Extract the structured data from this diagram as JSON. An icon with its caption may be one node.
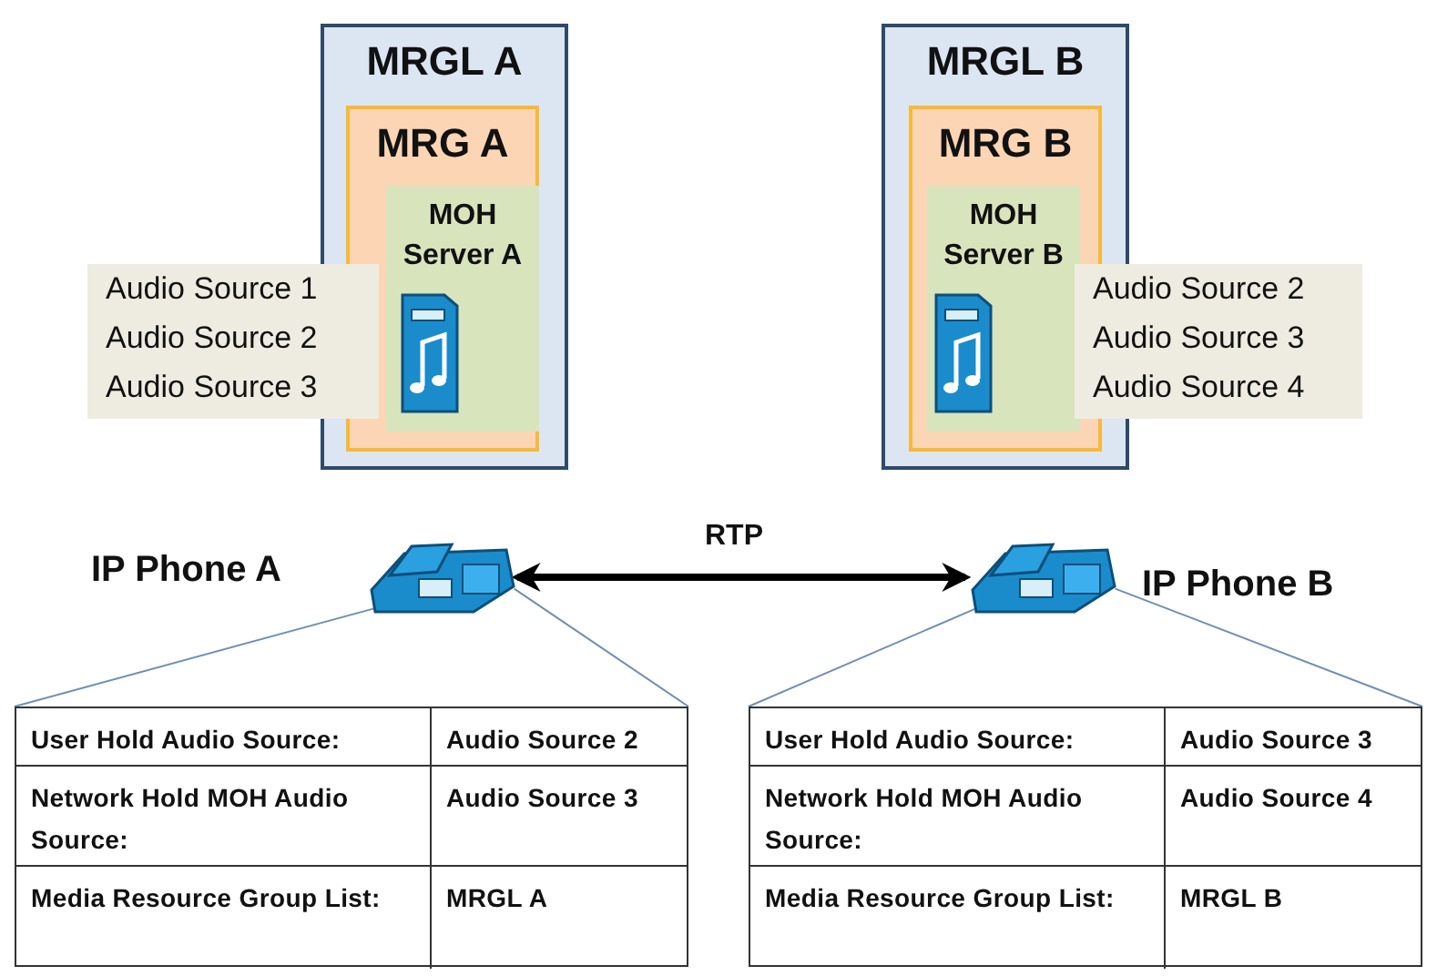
{
  "diagram": {
    "nodes": [
      {
        "text": [
          "MRGL A"
        ]
      },
      {
        "text": [
          "MRG A"
        ],
        "in": 0
      },
      {
        "text": [
          "MOH Server A"
        ],
        "in": 1
      },
      {
        "text": [
          "Audio Source 1",
          "Audio Source 2",
          "Audio Source 3"
        ]
      },
      {
        "text": [
          "MRGL B"
        ]
      },
      {
        "text": [
          "MRG B"
        ],
        "in": 4
      },
      {
        "text": [
          "MOH Server B"
        ],
        "in": 5
      },
      {
        "text": [
          "Audio Source 2",
          "Audio Source 3",
          "Audio Source 4"
        ]
      },
      {
        "text": [],
        "shape": "picture",
        "beside": [
          "IP Phone A"
        ]
      },
      {
        "text": [],
        "shape": "picture",
        "beside": [
          "IP Phone B"
        ]
      },
      {
        "text": [
          "User Hold Audio Source:",
          "Audio Source 2",
          "Network Hold MOH Audio Source:",
          "Audio Source 3",
          "Media Resource Group List:",
          "MRGL A"
        ]
      },
      {
        "text": [
          "User Hold Audio Source:",
          "Audio Source 3",
          "Network Hold MOH Audio Source:",
          "Audio Source 4",
          "Media Resource Group List:",
          "MRGL B"
        ]
      }
    ],
    "edges": [
      {
        "from": 8,
        "to": 9,
        "arrow": "both",
        "label": "RTP",
        "style": "thick",
        "color": "#000000"
      },
      {
        "from": 8,
        "to": 10,
        "arrow": "none"
      },
      {
        "from": 8,
        "to": 10,
        "arrow": "none"
      },
      {
        "from": 9,
        "to": 11,
        "arrow": "none"
      },
      {
        "from": 9,
        "to": 11,
        "arrow": "none"
      }
    ]
  }
}
